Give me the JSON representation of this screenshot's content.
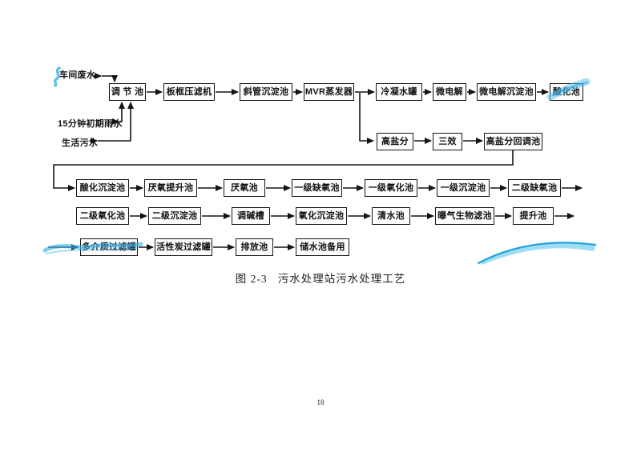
{
  "figure": {
    "caption": "图 2-3   污水处理站污水处理工艺",
    "page_number": "18"
  },
  "flowchart": {
    "inputs": [
      "车间废水",
      "15分钟初期雨水",
      "生活污水"
    ],
    "row1": [
      "调 节 池",
      "板框压滤机",
      "斜管沉淀池",
      "MVR蒸发器",
      "冷凝水罐",
      "微电解",
      "微电解沉淀池",
      "酸化池"
    ],
    "row2": [
      "高盐分",
      "三效",
      "高盐分回调池"
    ],
    "row3": [
      "酸化沉淀池",
      "厌氧提升池",
      "厌氧池",
      "一级缺氧池",
      "一级氧化池",
      "一级沉淀池",
      "二级缺氧池"
    ],
    "row4": [
      "二级氧化池",
      "二级沉淀池",
      "调碱槽",
      "氧化沉淀池",
      "清水池",
      "曝气生物滤池",
      "提升池"
    ],
    "row5": [
      "多介质过滤罐",
      "活性炭过滤罐",
      "排放池",
      "储水池备用"
    ]
  },
  "colors": {
    "line": "#141414",
    "highlight": "#3cb1e7"
  }
}
